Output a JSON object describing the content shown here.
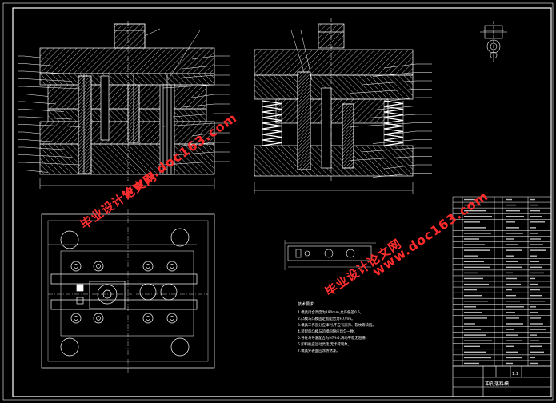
{
  "drawing": {
    "line_color": "#ffffff",
    "hatch_color": "#d8d8d8",
    "background": "#000000",
    "accent_color": "#ff2020"
  },
  "watermarks": [
    {
      "text": "www.doc163.com",
      "kind": "en"
    },
    {
      "text": "毕业设计论文网",
      "kind": "cn"
    },
    {
      "text": "www.doc163.com",
      "kind": "en"
    },
    {
      "text": "毕业设计论文网",
      "kind": "cn"
    }
  ],
  "notes": {
    "title": "技术要求",
    "lines": [
      "1.模具闭合高度为190mm,允许偏差0.5。",
      "2.凸模与凸模固定板配合为H7/m6。",
      "3.模具工作部分应锋利,不应有崩刃、裂纹等缺陷。",
      "4.装配后凸模与凹模间隙应均匀一致。",
      "5.导柱与导套配合为H7/h6,滑动平稳无阻滞。",
      "6.卸料板应运动灵活,无卡死现象。",
      "7.模具外表面应涂防锈漆。"
    ]
  },
  "title_block": {
    "name": "冲孔落料模",
    "scale": "1:1"
  }
}
